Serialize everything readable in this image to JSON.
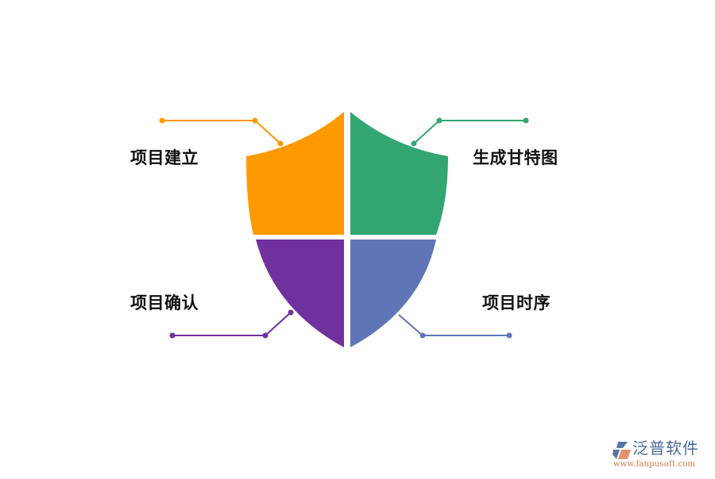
{
  "diagram": {
    "type": "shield-quadrant-infographic",
    "quadrants": [
      {
        "id": "top-left",
        "label": "项目建立",
        "color": "#FF9900"
      },
      {
        "id": "top-right",
        "label": "生成甘特图",
        "color": "#33A570"
      },
      {
        "id": "bottom-left",
        "label": "项目确认",
        "color": "#70309E"
      },
      {
        "id": "bottom-right",
        "label": "项目时序",
        "color": "#5E75B8"
      }
    ]
  },
  "labels": {
    "top_left": "项目建立",
    "top_right": "生成甘特图",
    "bottom_left": "项目确认",
    "bottom_right": "项目时序"
  },
  "colors": {
    "orange": "#FF9900",
    "green": "#33A570",
    "purple": "#70309E",
    "blue": "#5E75B8",
    "text": "#111111",
    "background": "#FFFFFF"
  },
  "watermark": {
    "brand_name": "泛普软件",
    "url": "www.fanpusoft.com",
    "logo_icon": "fanpu-logo-icon"
  }
}
